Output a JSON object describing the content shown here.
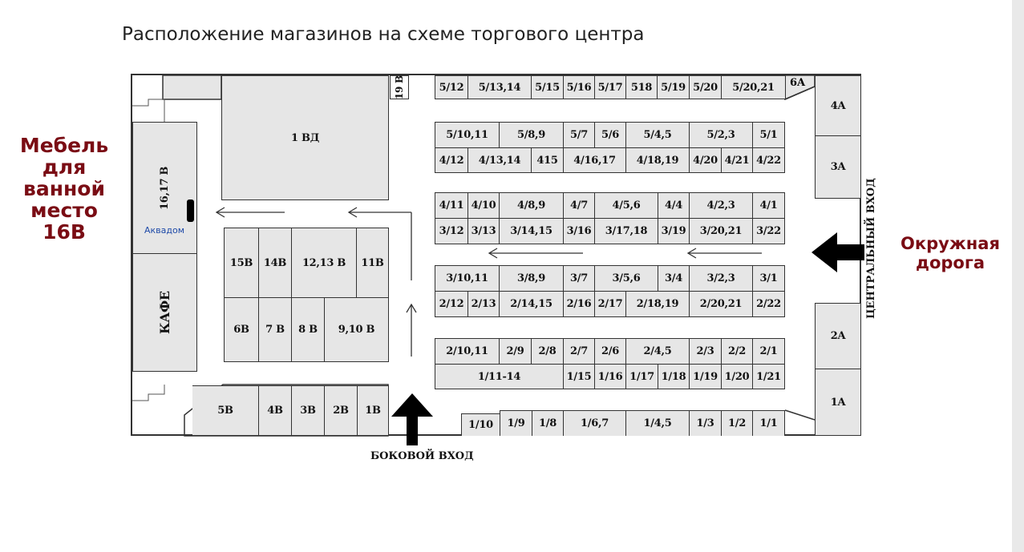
{
  "title": "Расположение магазинов на схеме торгового центра",
  "notes": {
    "left": [
      "Мебель",
      "для",
      "ванной",
      "место",
      "16В"
    ],
    "right": [
      "Окружная",
      "дорога"
    ],
    "akvadom": "Аквадом",
    "side_entrance": "БОКОВОЙ ВХОД",
    "main_entrance": "ЦЕНТРАЛЬНЫЙ ВХОД"
  },
  "colors": {
    "note": "#7a0c14",
    "shop_fill": "#e6e6e6",
    "akvadom": "#1e4aa8"
  },
  "shops": {
    "top_row": [
      "5/12",
      "5/13,14",
      "5/15",
      "5/16",
      "5/17",
      "518",
      "5/19",
      "5/20",
      "5/20,21",
      "6A"
    ],
    "row5": [
      "5/10,11",
      "5/8,9",
      "5/7",
      "5/6",
      "5/4,5",
      "5/2,3",
      "5/1"
    ],
    "row4a": [
      "4/12",
      "4/13,14",
      "415",
      "4/16,17",
      "4/18,19",
      "4/20",
      "4/21",
      "4/22"
    ],
    "row4b": [
      "4/11",
      "4/10",
      "4/8,9",
      "4/7",
      "4/5,6",
      "4/4",
      "4/2,3",
      "4/1"
    ],
    "row3a": [
      "3/12",
      "3/13",
      "3/14,15",
      "3/16",
      "3/17,18",
      "3/19",
      "3/20,21",
      "3/22"
    ],
    "row3b": [
      "3/10,11",
      "3/8,9",
      "3/7",
      "3/5,6",
      "3/4",
      "3/2,3",
      "3/1"
    ],
    "row2": [
      "2/12",
      "2/13",
      "2/14,15",
      "2/16",
      "2/17",
      "2/18,19",
      "2/20,21",
      "2/22"
    ],
    "row2b": [
      "2/10,11",
      "2/9",
      "2/8",
      "2/7",
      "2/6",
      "2/4,5",
      "2/3",
      "2/2",
      "2/1"
    ],
    "row1": [
      "1/11-14",
      "1/15",
      "1/16",
      "1/17",
      "1/18",
      "1/19",
      "1/20",
      "1/21"
    ],
    "bottom_row": [
      "1/10",
      "1/9",
      "1/8",
      "1/6,7",
      "1/4,5",
      "1/3",
      "1/2",
      "1/1"
    ],
    "right_col": [
      "4A",
      "3A",
      "2A",
      "1A"
    ],
    "left_block": [
      "1 ВД",
      "19 В",
      "16,17 В",
      "КАФЕ"
    ],
    "mid_block": [
      "15В",
      "14В",
      "12,13 В",
      "11В",
      "6В",
      "7 В",
      "8 В",
      "9,10 В"
    ],
    "bottom_left": [
      "5В",
      "4В",
      "3В",
      "2В",
      "1В"
    ]
  }
}
